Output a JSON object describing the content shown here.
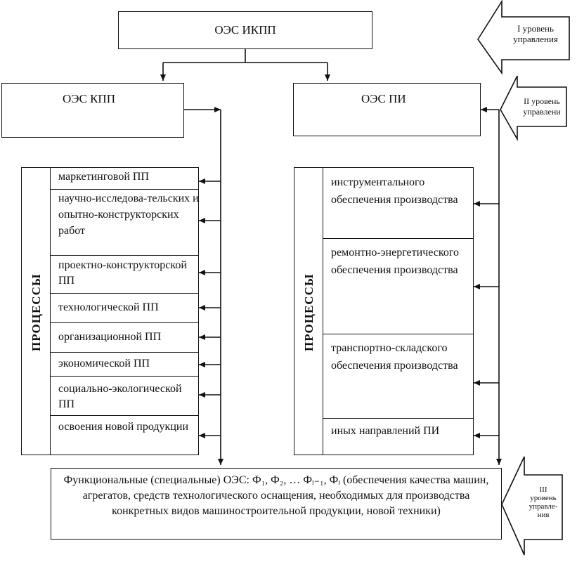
{
  "top": {
    "label": "ОЭС ИКПП"
  },
  "left_box": {
    "label": "ОЭС КПП"
  },
  "right_box": {
    "label": "ОЭС ПИ"
  },
  "left_processes": {
    "title": "ПРОЦЕССЫ",
    "items": [
      "маркетинговой ПП",
      "научно-исследова-тельских и опытно-конструкторских работ",
      "проектно-конструкторской ПП",
      "технологической ПП",
      "организационной ПП",
      "экономической ПП",
      "социально-экологической ПП",
      "освоения новой продукции"
    ]
  },
  "right_processes": {
    "title": "ПРОЦЕССЫ",
    "items": [
      "инструментального обеспечения производства",
      "ремонтно-энергетического обеспечения производства",
      "транспортно-складского обеспечения производства",
      "иных направлений ПИ"
    ]
  },
  "bottom": {
    "label": "Функциональные (специальные) ОЭС: Ф₁, Ф₂, … Фᵢ₋₁, Фᵢ (обеспечения качества машин, агрегатов, средств технологического оснащения, необходимых для производства конкретных видов машиностроительной продукции, новой техники)"
  },
  "levels": {
    "one": "I уровень управления",
    "two": "II уровень управлени",
    "three": "III уровень управле-ния"
  }
}
